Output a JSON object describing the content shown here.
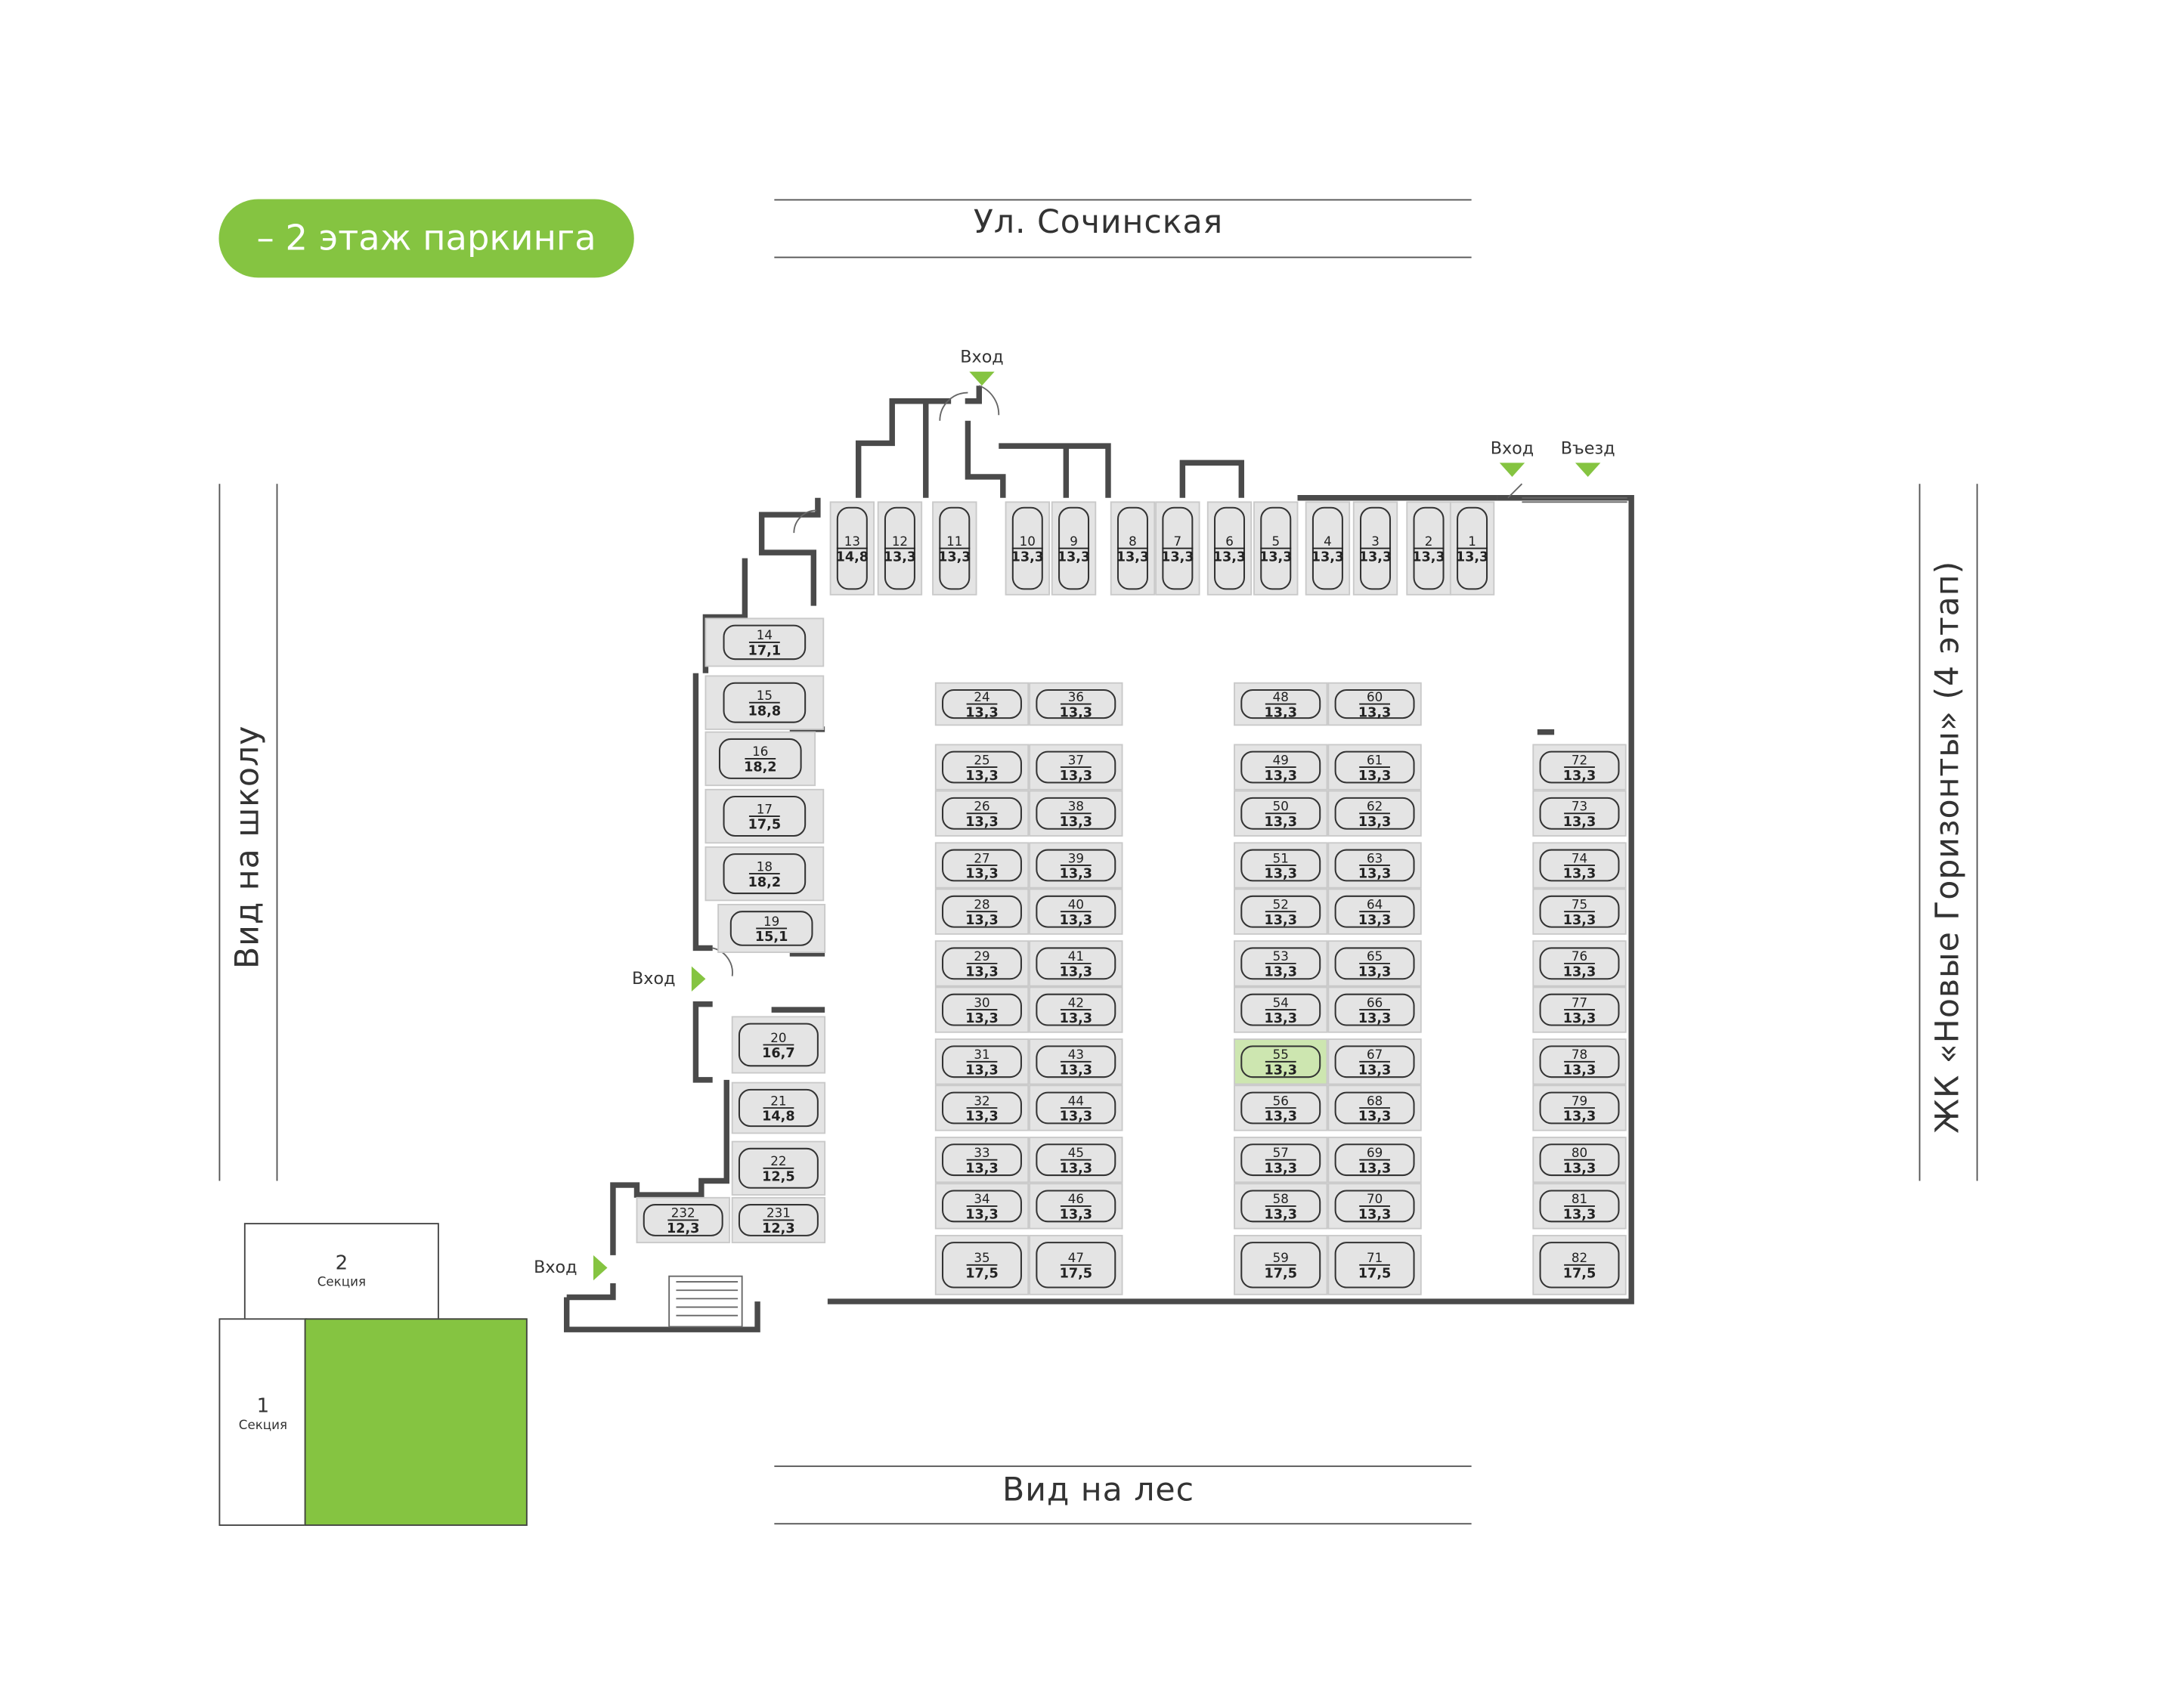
{
  "floor_label": "– 2 этаж паркинга",
  "streets": {
    "top": "Ул. Сочинская",
    "bottom": "Вид на лес",
    "left": "Вид на школу",
    "right": "ЖК «Новые Горизонты» (4 этап)"
  },
  "entrances": {
    "entry": "Вход",
    "drive_in": "Въезд"
  },
  "sections": [
    {
      "num": "2",
      "word": "Секция"
    },
    {
      "num": "1",
      "word": "Секция"
    }
  ],
  "colors": {
    "accent": "#85c441",
    "spot_fill": "#e4e4e4",
    "spot_selected": "#cde6b0",
    "wall": "#4a4a4a"
  },
  "spots": [
    {
      "n": "1",
      "a": "13,3"
    },
    {
      "n": "2",
      "a": "13,3"
    },
    {
      "n": "3",
      "a": "13,3"
    },
    {
      "n": "4",
      "a": "13,3"
    },
    {
      "n": "5",
      "a": "13,3"
    },
    {
      "n": "6",
      "a": "13,3"
    },
    {
      "n": "7",
      "a": "13,3"
    },
    {
      "n": "8",
      "a": "13,3"
    },
    {
      "n": "9",
      "a": "13,3"
    },
    {
      "n": "10",
      "a": "13,3"
    },
    {
      "n": "11",
      "a": "13,3"
    },
    {
      "n": "12",
      "a": "13,3"
    },
    {
      "n": "13",
      "a": "14,8"
    },
    {
      "n": "14",
      "a": "17,1"
    },
    {
      "n": "15",
      "a": "18,8"
    },
    {
      "n": "16",
      "a": "18,2"
    },
    {
      "n": "17",
      "a": "17,5"
    },
    {
      "n": "18",
      "a": "18,2"
    },
    {
      "n": "19",
      "a": "15,1"
    },
    {
      "n": "20",
      "a": "16,7"
    },
    {
      "n": "21",
      "a": "14,8"
    },
    {
      "n": "22",
      "a": "12,5"
    },
    {
      "n": "231",
      "a": "12,3"
    },
    {
      "n": "232",
      "a": "12,3"
    },
    {
      "n": "24",
      "a": "13,3"
    },
    {
      "n": "25",
      "a": "13,3"
    },
    {
      "n": "26",
      "a": "13,3"
    },
    {
      "n": "27",
      "a": "13,3"
    },
    {
      "n": "28",
      "a": "13,3"
    },
    {
      "n": "29",
      "a": "13,3"
    },
    {
      "n": "30",
      "a": "13,3"
    },
    {
      "n": "31",
      "a": "13,3"
    },
    {
      "n": "32",
      "a": "13,3"
    },
    {
      "n": "33",
      "a": "13,3"
    },
    {
      "n": "34",
      "a": "13,3"
    },
    {
      "n": "35",
      "a": "17,5"
    },
    {
      "n": "36",
      "a": "13,3"
    },
    {
      "n": "37",
      "a": "13,3"
    },
    {
      "n": "38",
      "a": "13,3"
    },
    {
      "n": "39",
      "a": "13,3"
    },
    {
      "n": "40",
      "a": "13,3"
    },
    {
      "n": "41",
      "a": "13,3"
    },
    {
      "n": "42",
      "a": "13,3"
    },
    {
      "n": "43",
      "a": "13,3"
    },
    {
      "n": "44",
      "a": "13,3"
    },
    {
      "n": "45",
      "a": "13,3"
    },
    {
      "n": "46",
      "a": "13,3"
    },
    {
      "n": "47",
      "a": "17,5"
    },
    {
      "n": "48",
      "a": "13,3"
    },
    {
      "n": "49",
      "a": "13,3"
    },
    {
      "n": "50",
      "a": "13,3"
    },
    {
      "n": "51",
      "a": "13,3"
    },
    {
      "n": "52",
      "a": "13,3"
    },
    {
      "n": "53",
      "a": "13,3"
    },
    {
      "n": "54",
      "a": "13,3"
    },
    {
      "n": "55",
      "a": "13,3",
      "selected": true
    },
    {
      "n": "56",
      "a": "13,3"
    },
    {
      "n": "57",
      "a": "13,3"
    },
    {
      "n": "58",
      "a": "13,3"
    },
    {
      "n": "59",
      "a": "17,5"
    },
    {
      "n": "60",
      "a": "13,3"
    },
    {
      "n": "61",
      "a": "13,3"
    },
    {
      "n": "62",
      "a": "13,3"
    },
    {
      "n": "63",
      "a": "13,3"
    },
    {
      "n": "64",
      "a": "13,3"
    },
    {
      "n": "65",
      "a": "13,3"
    },
    {
      "n": "66",
      "a": "13,3"
    },
    {
      "n": "67",
      "a": "13,3"
    },
    {
      "n": "68",
      "a": "13,3"
    },
    {
      "n": "69",
      "a": "13,3"
    },
    {
      "n": "70",
      "a": "13,3"
    },
    {
      "n": "71",
      "a": "17,5"
    },
    {
      "n": "72",
      "a": "13,3"
    },
    {
      "n": "73",
      "a": "13,3"
    },
    {
      "n": "74",
      "a": "13,3"
    },
    {
      "n": "75",
      "a": "13,3"
    },
    {
      "n": "76",
      "a": "13,3"
    },
    {
      "n": "77",
      "a": "13,3"
    },
    {
      "n": "78",
      "a": "13,3"
    },
    {
      "n": "79",
      "a": "13,3"
    },
    {
      "n": "80",
      "a": "13,3"
    },
    {
      "n": "81",
      "a": "13,3"
    },
    {
      "n": "82",
      "a": "17,5"
    }
  ]
}
